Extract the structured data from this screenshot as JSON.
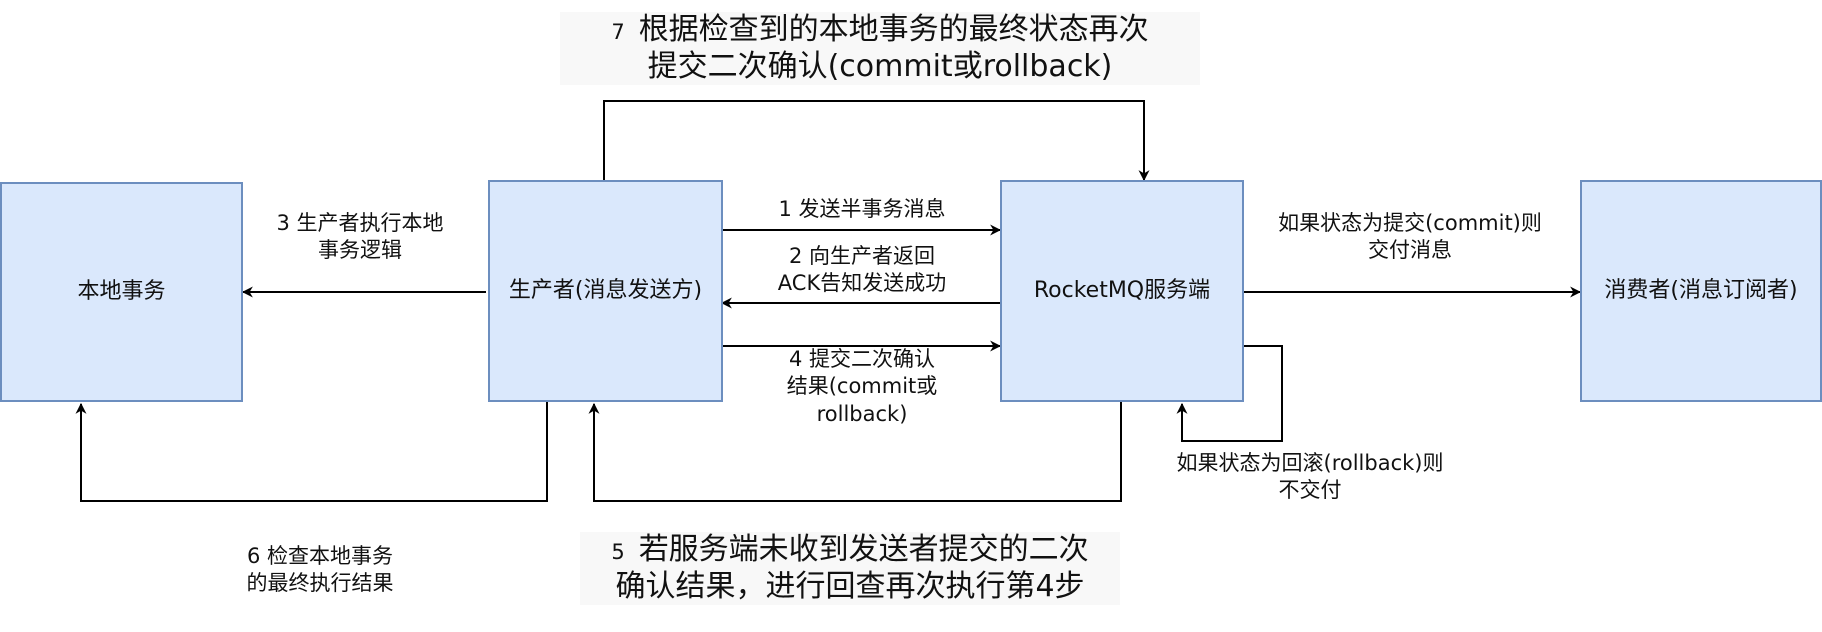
{
  "nodes": {
    "local_tx": "本地事务",
    "producer": "生产者(消息发送方)",
    "rocketmq": "RocketMQ服务端",
    "consumer": "消费者(消息订阅者)"
  },
  "labels": {
    "step1": "1 发送半事务消息",
    "step2": [
      "2   向生产者返回",
      "ACK告知发送成功"
    ],
    "step3": [
      "3 生产者执行本地",
      "事务逻辑"
    ],
    "step4": [
      "4   提交二次确认",
      "结果(commit或",
      "rollback)"
    ],
    "step5": {
      "num": "5",
      "lines": [
        "若服务端未收到发送者提交的二次",
        "确认结果，进行回查再次执行第4步"
      ]
    },
    "step6": [
      "6   检查本地事务",
      "的最终执行结果"
    ],
    "step7": {
      "num": "7",
      "lines": [
        "根据检查到的本地事务的最终状态再次",
        "提交二次确认(commit或rollback)"
      ]
    },
    "commit_deliver": [
      "如果状态为提交(commit)则",
      "交付消息"
    ],
    "rollback_no_deliver": [
      "如果状态为回滚(rollback)则",
      "不交付"
    ]
  },
  "colors": {
    "node_fill": "#dae8fc",
    "node_stroke": "#6c8ebf",
    "edge": "#000000"
  }
}
